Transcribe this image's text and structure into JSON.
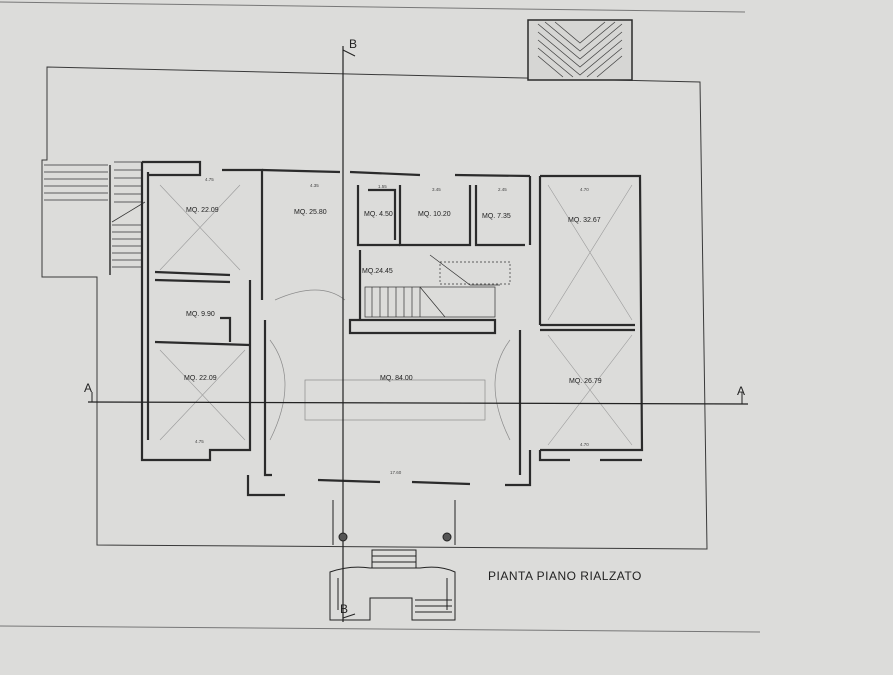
{
  "drawing": {
    "title": "PIANTA PIANO RIALZATO",
    "section_markers": [
      {
        "id": "B-top",
        "letter": "B"
      },
      {
        "id": "B-bottom",
        "letter": "B"
      },
      {
        "id": "A-left",
        "letter": "A"
      },
      {
        "id": "A-right",
        "letter": "A"
      }
    ],
    "rooms": [
      {
        "id": "r1",
        "label": "MQ. 22.09"
      },
      {
        "id": "r2",
        "label": "MQ. 25.80"
      },
      {
        "id": "r3",
        "label": "MQ. 4.50"
      },
      {
        "id": "r4",
        "label": "MQ. 10.20"
      },
      {
        "id": "r5",
        "label": "MQ. 7.35"
      },
      {
        "id": "r6",
        "label": "MQ. 32.67"
      },
      {
        "id": "r7",
        "label": "MQ.24.45"
      },
      {
        "id": "r8",
        "label": "MQ. 9.90"
      },
      {
        "id": "r9",
        "label": "MQ. 22.09"
      },
      {
        "id": "r10",
        "label": "MQ. 84.00"
      },
      {
        "id": "r11",
        "label": "MQ. 26.79"
      }
    ],
    "dimensions": [
      "4.75",
      "4.35",
      "1.55",
      "3.45",
      "2.45",
      "4.70",
      "4.70",
      "17.60",
      "4.75"
    ]
  }
}
